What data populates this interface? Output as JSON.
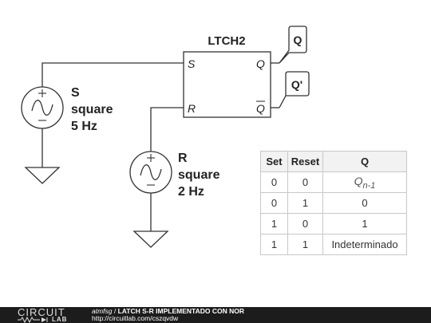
{
  "circuit": {
    "latch": {
      "name": "LTCH2",
      "pin_s": "S",
      "pin_r": "R",
      "pin_q": "Q",
      "pin_qbar": "Q"
    },
    "probe_q": "Q",
    "probe_qbar": "Q'",
    "source_s": {
      "name": "S",
      "type": "square",
      "freq": "5 Hz"
    },
    "source_r": {
      "name": "R",
      "type": "square",
      "freq": "2 Hz"
    }
  },
  "truth_table": {
    "headers": [
      "Set",
      "Reset",
      "Q"
    ],
    "rows": [
      {
        "set": "0",
        "reset": "0",
        "q_base": "Q",
        "q_sub": "n-1"
      },
      {
        "set": "0",
        "reset": "1",
        "q": "0"
      },
      {
        "set": "1",
        "reset": "0",
        "q": "1"
      },
      {
        "set": "1",
        "reset": "1",
        "q": "Indeterminado"
      }
    ]
  },
  "footer": {
    "logo_top": "CIRCUIT",
    "logo_bottom": "LAB",
    "author": "atmfsg",
    "separator": " / ",
    "title": "LATCH S-R IMPLEMENTADO CON NOR",
    "url": "http://circuitlab.com/cszqvdw"
  }
}
